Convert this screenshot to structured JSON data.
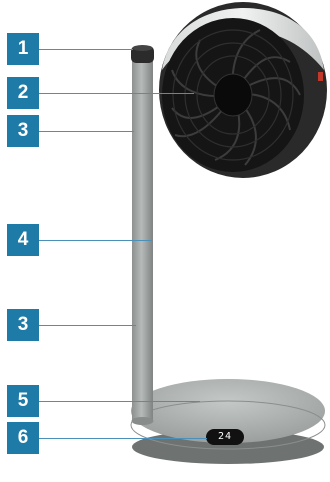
{
  "callouts": [
    {
      "number": "1"
    },
    {
      "number": "2"
    },
    {
      "number": "3"
    },
    {
      "number": "4"
    },
    {
      "number": "3"
    },
    {
      "number": "5"
    },
    {
      "number": "6"
    }
  ],
  "display": {
    "value": "24"
  },
  "colors": {
    "callout_bg": "#1e7aa7",
    "leader_line": "#4a90b8",
    "pole": "#9ea3a2",
    "base": "#a9adac",
    "fan_head": "#1a1a1a"
  }
}
